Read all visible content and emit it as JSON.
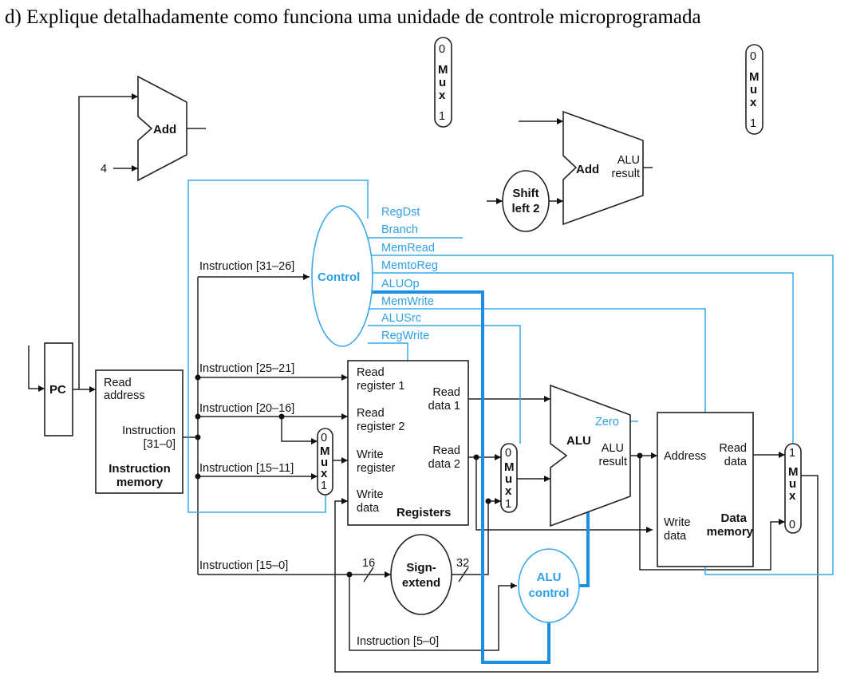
{
  "question": "d) Explique detalhadamente como funciona uma unidade de controle microprogramada",
  "labels": {
    "pc": "PC",
    "add": "Add",
    "four": "4",
    "add_alu": "Add",
    "alu_result_a": "ALU",
    "alu_result_b": "result",
    "shift_a": "Shift",
    "shift_b": "left 2",
    "mux_0": "0",
    "mux_1": "1",
    "mux_m": "M",
    "mux_u": "u",
    "mux_x": "x",
    "control": "Control",
    "im_read": "Read",
    "im_address": "address",
    "im_instruction": "Instruction",
    "im_bits": "[31–0]",
    "im_name_a": "Instruction",
    "im_name_b": "memory",
    "instr_31_26": "Instruction [31–26]",
    "instr_25_21": "Instruction [25–21]",
    "instr_20_16": "Instruction [20–16]",
    "instr_15_11": "Instruction [15–11]",
    "instr_15_0": "Instruction [15–0]",
    "instr_5_0": "Instruction [5–0]",
    "reg_read1_a": "Read",
    "reg_read1_b": "register 1",
    "reg_read2_a": "Read",
    "reg_read2_b": "register 2",
    "reg_write_a": "Write",
    "reg_write_b": "register",
    "reg_wdata_a": "Write",
    "reg_wdata_b": "data",
    "reg_rd1_a": "Read",
    "reg_rd1_b": "data 1",
    "reg_rd2_a": "Read",
    "reg_rd2_b": "data 2",
    "registers": "Registers",
    "alu": "ALU",
    "zero": "Zero",
    "alu_res_a": "ALU",
    "alu_res_b": "result",
    "dm_address": "Address",
    "dm_read_a": "Read",
    "dm_read_b": "data",
    "dm_write_a": "Write",
    "dm_write_b": "data",
    "dm_name_a": "Data",
    "dm_name_b": "memory",
    "sign_a": "Sign-",
    "sign_b": "extend",
    "bits16": "16",
    "bits32": "32",
    "aluctl_a": "ALU",
    "aluctl_b": "control"
  },
  "signals": [
    "RegDst",
    "Branch",
    "MemRead",
    "MemtoReg",
    "ALUOp",
    "MemWrite",
    "ALUSrc",
    "RegWrite"
  ],
  "colors": {
    "control": "#3aa9e8",
    "wire": "#222222"
  }
}
